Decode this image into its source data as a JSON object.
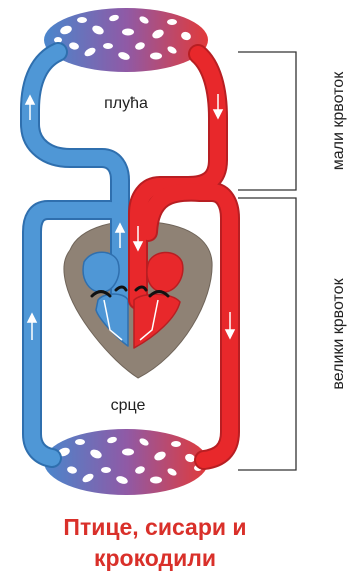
{
  "labels": {
    "lungs": "плућа",
    "heart": "срце",
    "pulmonary_circulation": "мали крвоток",
    "systemic_circulation": "велики крвоток"
  },
  "caption": {
    "line1": "Птице, сисари и",
    "line2": "крокодили"
  },
  "colors": {
    "oxygenated": "#e8282b",
    "deoxygenated": "#4f97d6",
    "heart_wall": "#8f8275",
    "caption_text": "#d9302a",
    "organ_mix_left": "#4a86cc",
    "organ_mix_right": "#e23a3a"
  }
}
